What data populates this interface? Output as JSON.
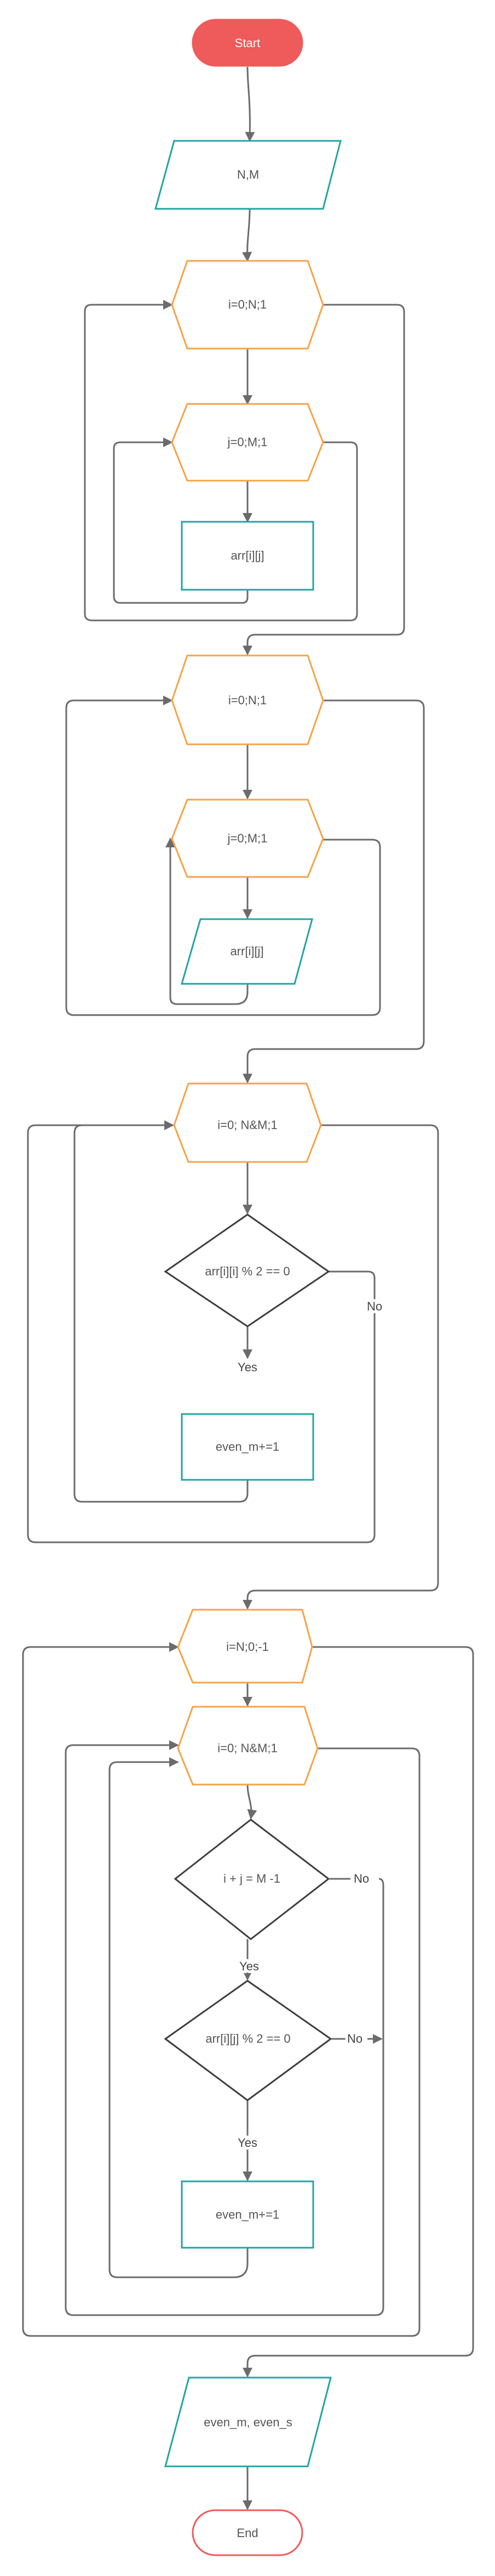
{
  "colors": {
    "terminal_fill": "#ef5a5a",
    "terminal_stroke": "#ef5a5a",
    "loop_stroke": "#f5a347",
    "io_stroke": "#22a4a4",
    "process_stroke": "#22a4a4",
    "decision_stroke": "#3c3c3c",
    "connector": "#6b6b6b"
  },
  "nodes": {
    "start": "Start",
    "input_nm": "N,M",
    "loop1_i": "i=0;N;1",
    "loop1_j": "j=0;M;1",
    "read_arr": "arr[i][j]",
    "loop2_i": "i=0;N;1",
    "loop2_j": "j=0;M;1",
    "print_arr": "arr[i][j]",
    "loop3_i": "i=0; N&M;1",
    "cond_main_even": "arr[i][i] % 2 == 0",
    "inc_even_main": "even_m+=1",
    "loop4_i": "i=N;0;-1",
    "loop4_j": "i=0; N&M;1",
    "cond_side_diag": "i + j = M -1",
    "cond_side_even": "arr[i][j] % 2 == 0",
    "inc_even_side": "even_m+=1",
    "output": "even_m, even_s",
    "end": "End"
  },
  "edge_labels": {
    "yes_1": "Yes",
    "no_1": "No",
    "yes_2": "Yes",
    "no_2": "No",
    "yes_3": "Yes",
    "no_3": "No"
  }
}
